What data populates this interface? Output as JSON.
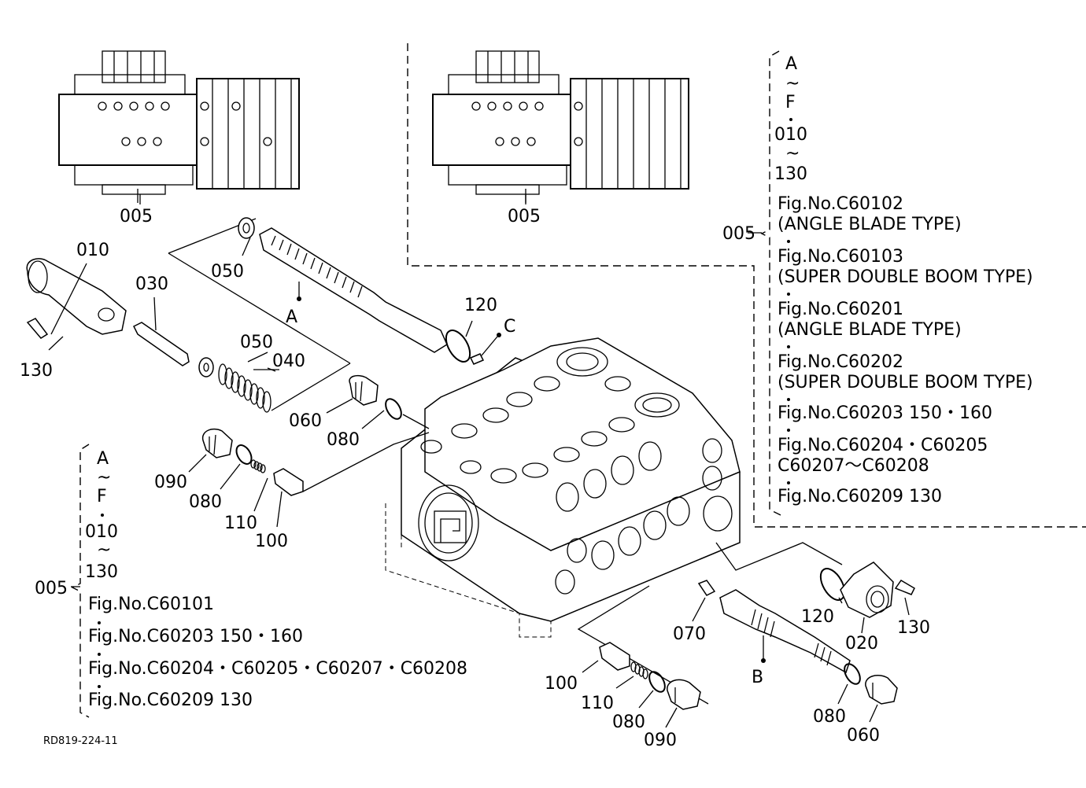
{
  "drawing_code": "RD819-224-11",
  "assembly_label": "005",
  "callouts": {
    "c005_top_left": "005",
    "c005_top_right": "005",
    "c010": "010",
    "c030": "030",
    "c050_a": "050",
    "c050_b": "050",
    "c040": "040",
    "c060_a": "060",
    "c080_a": "080",
    "c120_a": "120",
    "c130_a": "130",
    "c090_a": "090",
    "c080_b": "080",
    "c110_a": "110",
    "c100_a": "100",
    "c070": "070",
    "c120_b": "120",
    "c020": "020",
    "c130_b": "130",
    "c100_b": "100",
    "c110_b": "110",
    "c080_c": "080",
    "c090_b": "090",
    "c080_d": "080",
    "c060_b": "060",
    "ref_A": "A",
    "ref_B": "B",
    "ref_C": "C"
  },
  "note_right": {
    "label": "005",
    "range1_start": "A",
    "range1_tilde": "~",
    "range1_end": "F",
    "range2_start": "010",
    "range2_tilde": "~",
    "range2_end": "130",
    "entries": [
      "Fig.No.C60102",
      "(ANGLE BLADE TYPE)",
      "Fig.No.C60103",
      "(SUPER DOUBLE BOOM TYPE)",
      "Fig.No.C60201",
      "(ANGLE BLADE TYPE)",
      "Fig.No.C60202",
      "(SUPER DOUBLE BOOM TYPE)",
      "Fig.No.C60203  150・160",
      "Fig.No.C60204・C60205",
      "C60207～C60208",
      "Fig.No.C60209  130"
    ]
  },
  "note_left": {
    "label": "005",
    "range1_start": "A",
    "range1_tilde": "~",
    "range1_end": "F",
    "range2_start": "010",
    "range2_tilde": "~",
    "range2_end": "130",
    "entries": [
      "Fig.No.C60101",
      "Fig.No.C60203  150・160",
      "Fig.No.C60204・C60205・C60207・C60208",
      "Fig.No.C60209  130"
    ]
  }
}
